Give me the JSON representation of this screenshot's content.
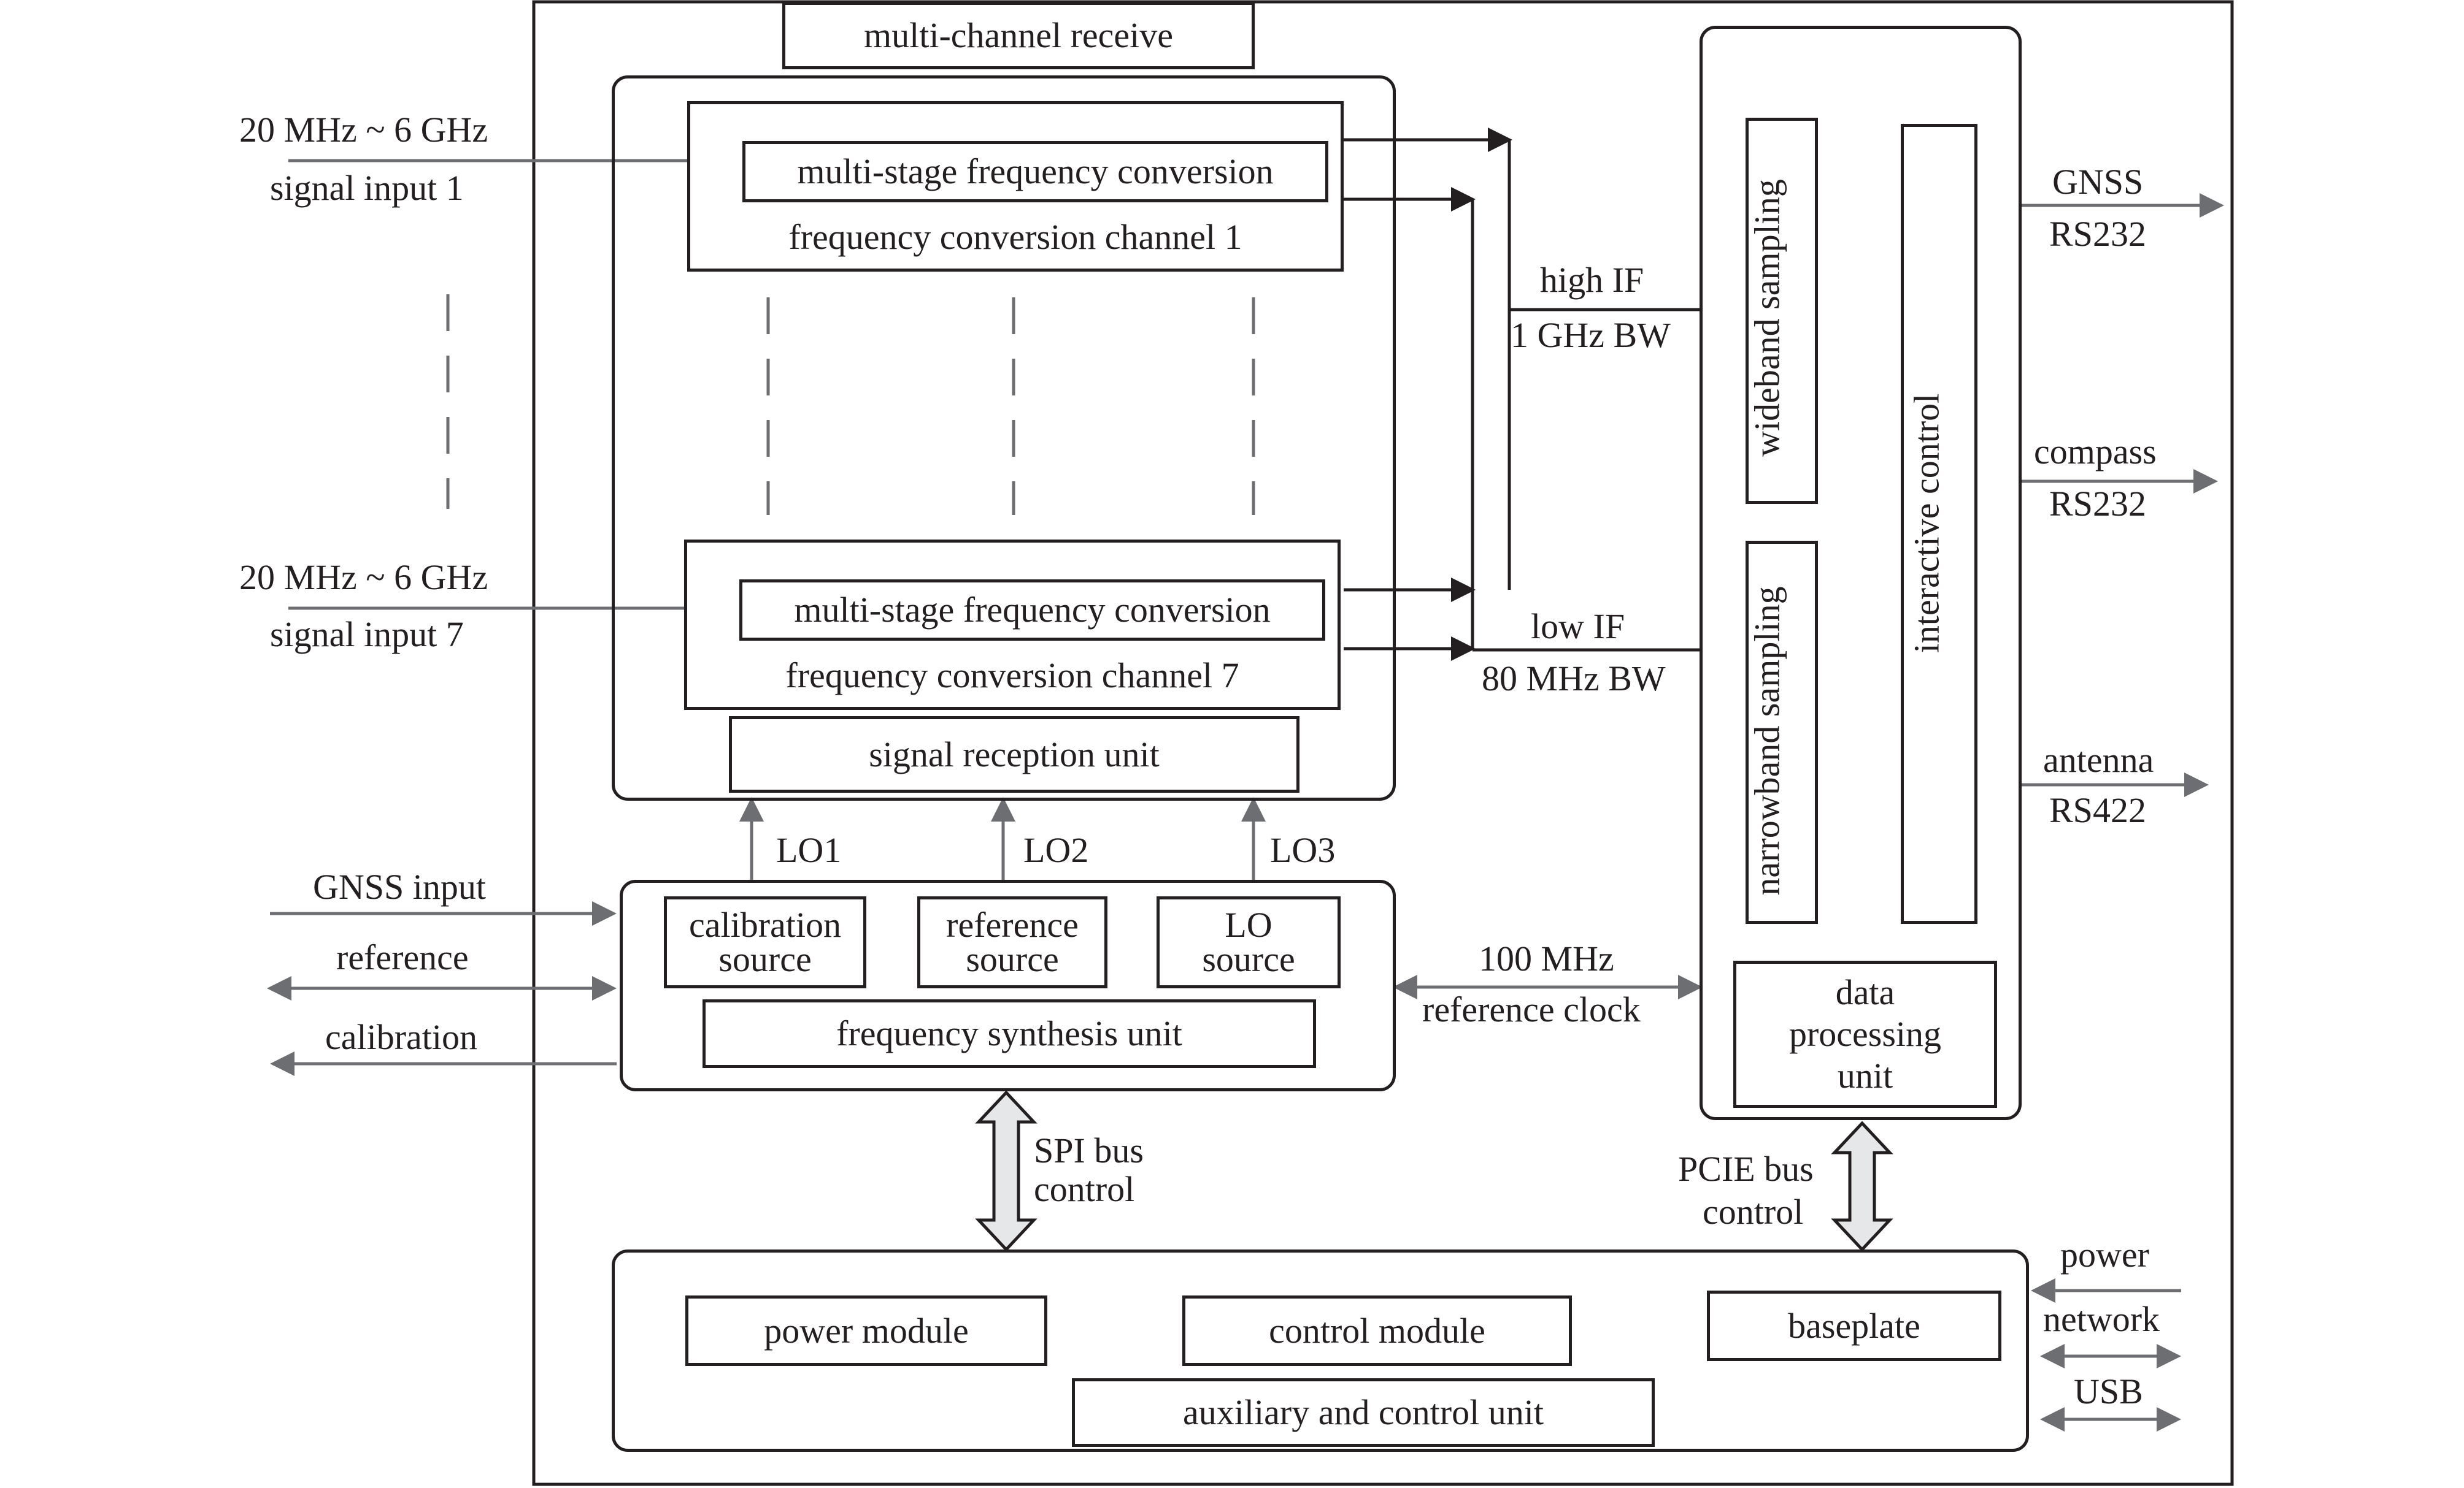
{
  "diagram": {
    "outer_title": "multi-channel receive",
    "left_inputs": {
      "channel_1": {
        "freq": "20 MHz ~ 6 GHz",
        "label": "signal input 1"
      },
      "channel_7": {
        "freq": "20 MHz ~ 6 GHz",
        "label": "signal input 7"
      },
      "gnss_input": "GNSS input",
      "reference": "reference",
      "calibration": "calibration"
    },
    "signal_reception_unit": {
      "label": "signal reception unit",
      "channel_1": {
        "inner": "multi-stage frequency conversion",
        "label": "frequency conversion channel 1"
      },
      "channel_7": {
        "inner": "multi-stage frequency conversion",
        "label": "frequency conversion channel 7"
      }
    },
    "if_outputs": {
      "high_if": "high IF",
      "high_bw": "1 GHz BW",
      "low_if": "low IF",
      "low_bw": "80 MHz BW"
    },
    "lo_labels": [
      "LO1",
      "LO2",
      "LO3"
    ],
    "frequency_synthesis_unit": {
      "label": "frequency synthesis unit",
      "sources": [
        {
          "line1": "calibration",
          "line2": "source"
        },
        {
          "line1": "reference",
          "line2": "source"
        },
        {
          "line1": "LO",
          "line2": "source"
        }
      ]
    },
    "ref_clock": {
      "line1": "100 MHz",
      "line2": "reference clock"
    },
    "data_processing_unit": {
      "label_line1": "data",
      "label_line2": "processing",
      "label_line3": "unit",
      "wideband": "wideband sampling",
      "narrowband": "narrowband sampling",
      "interactive": "interactive control"
    },
    "right_ports": [
      {
        "line1": "GNSS",
        "line2": "RS232"
      },
      {
        "line1": "compass",
        "line2": "RS232"
      },
      {
        "line1": "antenna",
        "line2": "RS422"
      }
    ],
    "spi_bus": {
      "line1": "SPI bus",
      "line2": "control"
    },
    "pcie_bus": {
      "line1": "PCIE bus",
      "line2": "control"
    },
    "auxiliary_unit": {
      "label": "auxiliary and control unit",
      "modules": [
        "power module",
        "control module",
        "baseplate"
      ]
    },
    "bottom_ports": [
      "power",
      "network",
      "USB"
    ]
  }
}
